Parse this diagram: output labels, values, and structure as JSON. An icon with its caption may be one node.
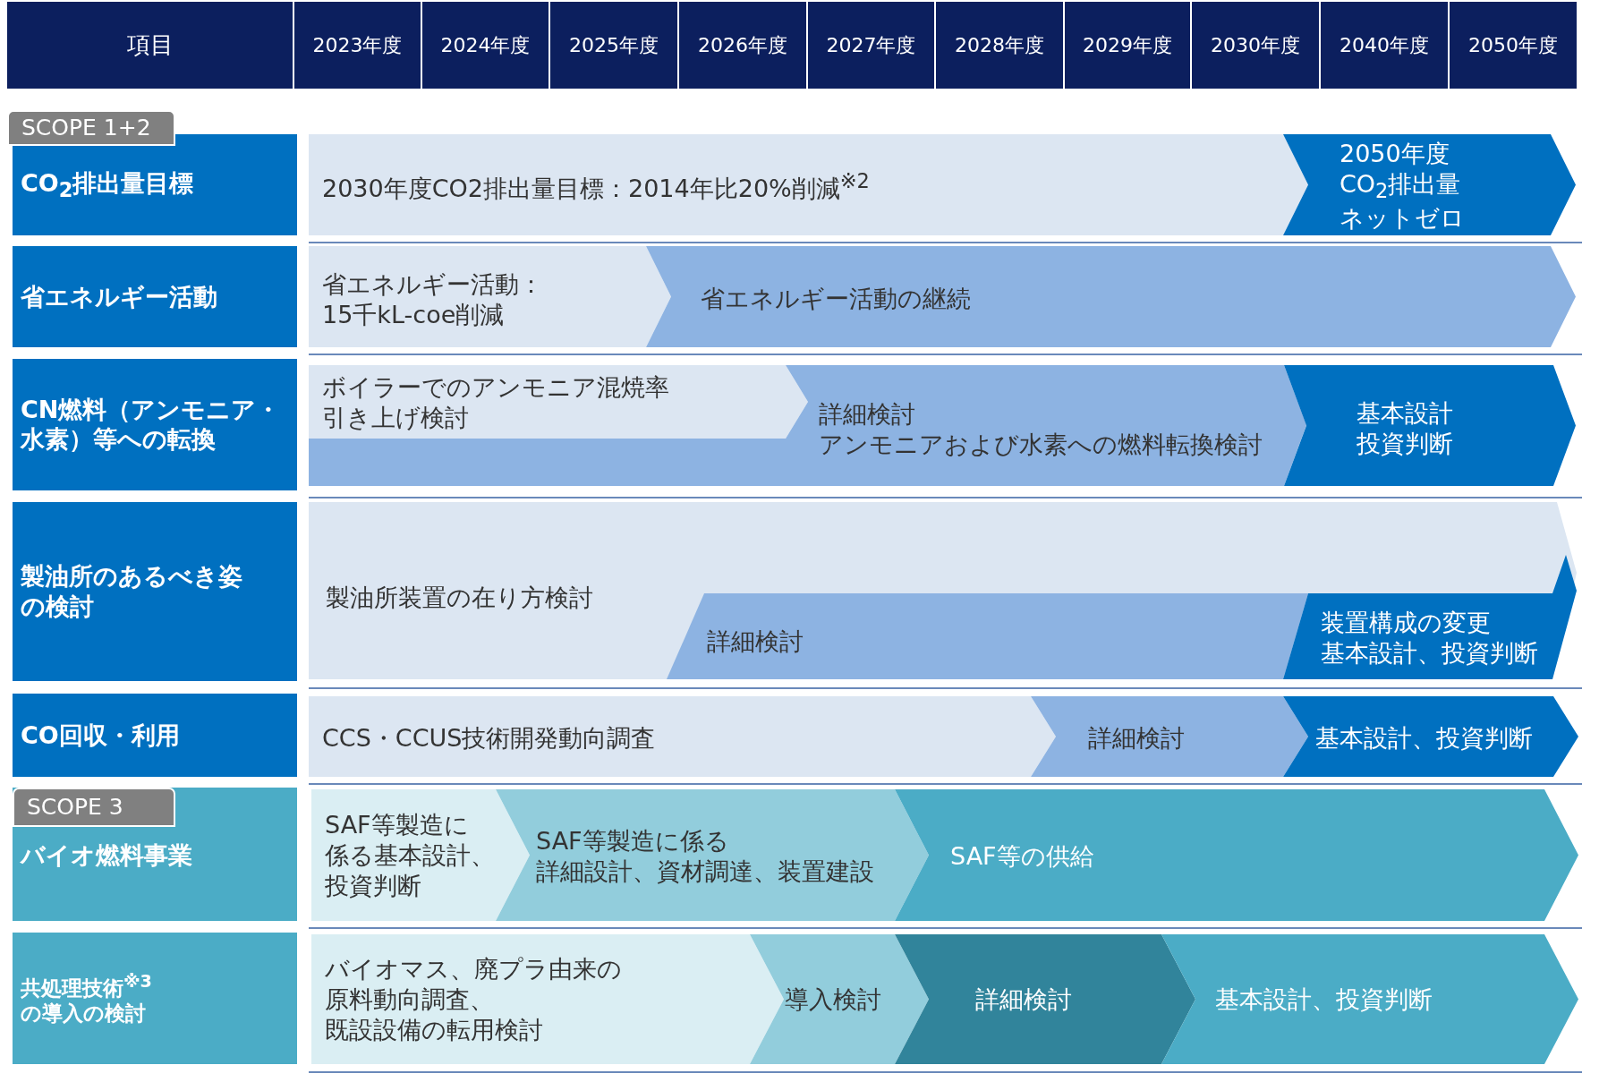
{
  "diagram": {
    "nodes": [
      {
        "text": [
          "SCOPE 1+2"
        ]
      },
      {
        "text": [
          "CO$_{2}$排出量目標"
        ]
      },
      {
        "text": [
          "2030年度CO2排出量目標：2014年比20%削減$^{※2}$"
        ]
      },
      {
        "text": [
          "2050年度CO$_{2}$排出量ネットゼロ"
        ]
      },
      {
        "text": [
          "省エネルギー活動"
        ]
      },
      {
        "text": [
          "省エネルギー活動：15千kL-coe削減"
        ]
      },
      {
        "text": [
          "省エネルギー活動の継続"
        ]
      },
      {
        "text": [
          "CN燃料（アンモニア・水素）等への転換"
        ]
      },
      {
        "text": [
          "ボイラーでのアンモニア混焼率引き上げ検討"
        ]
      },
      {
        "text": [
          "詳細検討",
          "アンモニアおよび水素への燃料転換検討"
        ]
      },
      {
        "text": [
          "基本設計",
          "投資判断"
        ]
      },
      {
        "text": [
          "製油所のあるべき姿の検討"
        ]
      },
      {
        "text": [
          "製油所装置の在り方検討"
        ]
      },
      {
        "text": [
          "詳細検討"
        ],
        "in": 12
      },
      {
        "text": [
          "装置構成の変更",
          "基本設計、投資判断"
        ],
        "in": 12
      },
      {
        "text": [
          "CO回収・利用"
        ]
      },
      {
        "text": [
          "CCS・CCUS技術開発動向調査"
        ]
      },
      {
        "text": [
          "詳細検討"
        ]
      },
      {
        "text": [
          "基本設計、投資判断"
        ]
      },
      {
        "text": [
          "バイオ燃料事業"
        ]
      },
      {
        "text": [
          "SCOPE 3"
        ],
        "in": 19
      },
      {
        "text": [
          "SAF等製造に係る基本設計、投資判断"
        ]
      },
      {
        "text": [
          "SAF等製造に係る詳細設計、資材調達、装置建設"
        ]
      },
      {
        "text": [
          "SAF等の供給"
        ]
      },
      {
        "text": [
          "共処理技術$^{※3}$の導入の検討"
        ]
      },
      {
        "text": [
          "バイオマス、廃プラ由来の原料動向調査、既設設備の転用検討"
        ]
      },
      {
        "text": [
          "導入検討"
        ]
      },
      {
        "text": [
          "詳細検討"
        ]
      },
      {
        "text": [
          "基本設計、投資判断"
        ]
      }
    ],
    "labels": [
      "項目",
      "2023年度",
      "2024年度",
      "2025年度",
      "2026年度",
      "2027年度",
      "2028年度",
      "2029年度",
      "2030年度",
      "2040年度",
      "2050年度"
    ]
  }
}
